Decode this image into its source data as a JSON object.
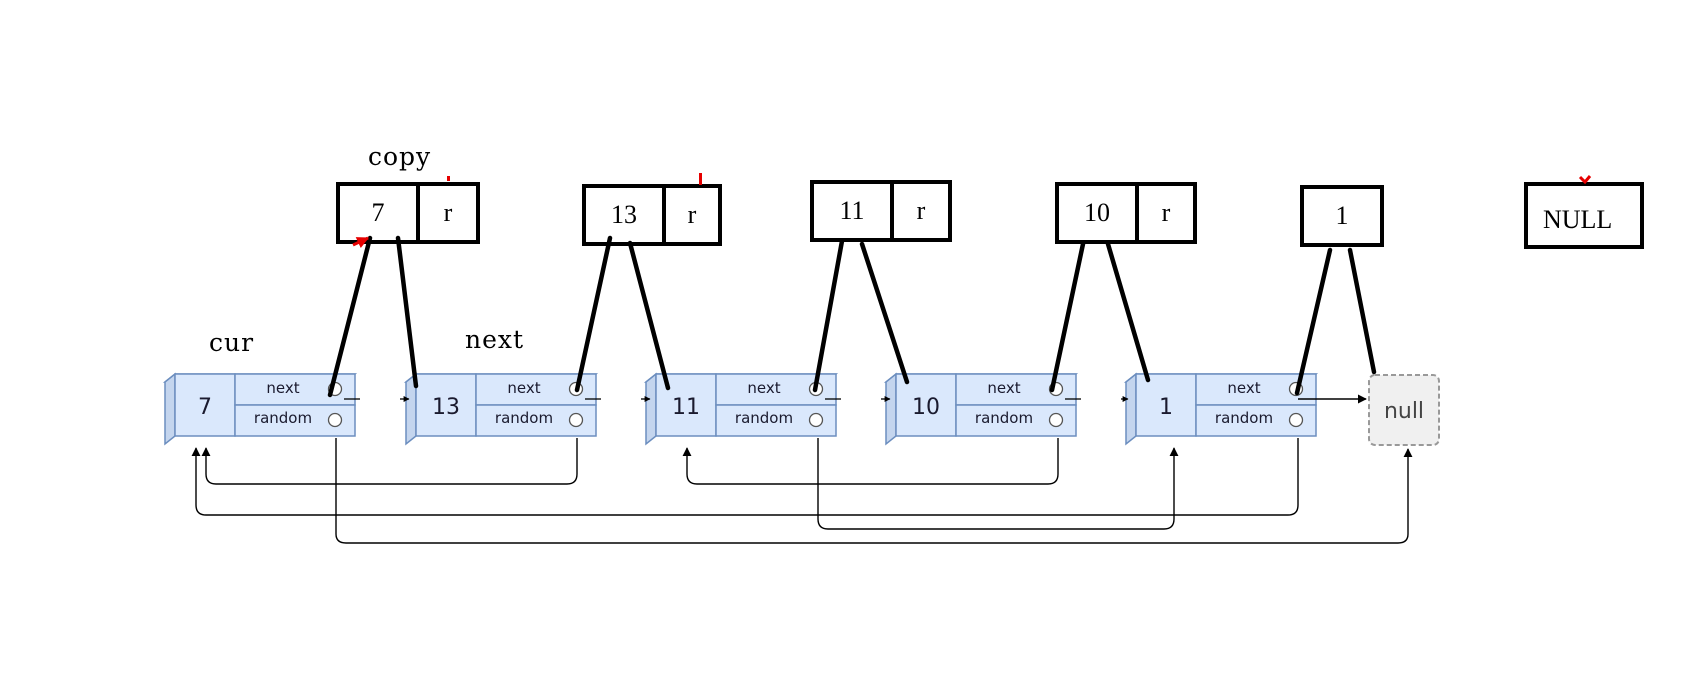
{
  "labels": {
    "copy": "copy",
    "cur": "cur",
    "next": "next"
  },
  "list_nodes": [
    {
      "value": "7",
      "next_label": "next",
      "random_label": "random"
    },
    {
      "value": "13",
      "next_label": "next",
      "random_label": "random"
    },
    {
      "value": "11",
      "next_label": "next",
      "random_label": "random"
    },
    {
      "value": "10",
      "next_label": "next",
      "random_label": "random"
    },
    {
      "value": "1",
      "next_label": "next",
      "random_label": "random"
    }
  ],
  "null_node": {
    "label": "null"
  },
  "copy_nodes": [
    {
      "value": "7",
      "r": "r"
    },
    {
      "value": "13",
      "r": "r"
    },
    {
      "value": "11",
      "r": "r"
    },
    {
      "value": "10",
      "r": "r"
    },
    {
      "value": "1",
      "r": ""
    }
  ],
  "copy_null": {
    "label": "NULL"
  },
  "colors": {
    "node_fill": "#dae8fc",
    "node_stroke": "#6c8ebf",
    "node_side": "#c4d5ee",
    "null_fill": "#f0f0f0",
    "null_stroke": "#999999",
    "line": "#000000",
    "mark": "#e60000"
  }
}
